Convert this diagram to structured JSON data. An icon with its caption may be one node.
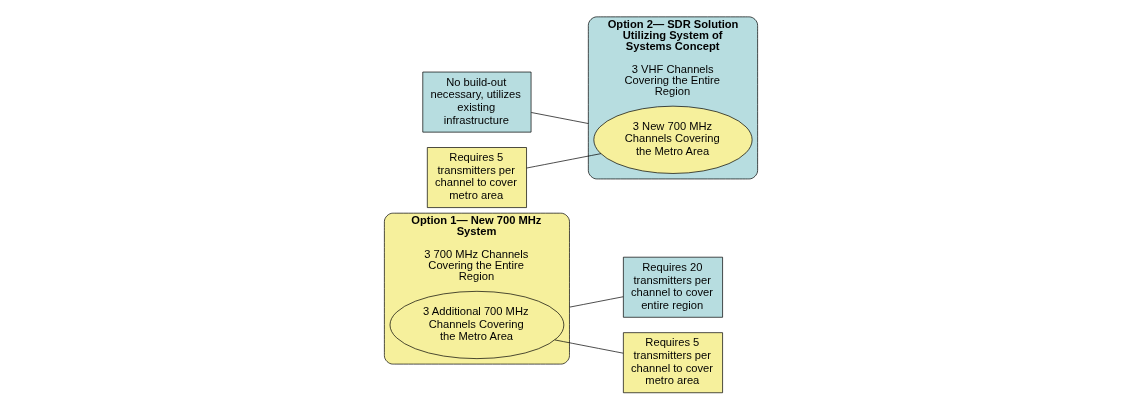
{
  "diagram": {
    "nodes": [
      {
        "text": [
          "Option 1— New 700 MHz System",
          "3 700 MHz Channels Covering the Entire Region"
        ]
      },
      {
        "text": [
          "3 Additional 700 MHz Channels Covering the Metro Area"
        ],
        "in": 0
      },
      {
        "text": [
          "Requires 20 transmitters per channel to cover entire region"
        ]
      },
      {
        "text": [
          "Requires 5 transmitters per channel to cover metro area"
        ]
      },
      {
        "text": [
          "No build-out necessary, utilizes existing infrastructure"
        ]
      },
      {
        "text": [
          "Requires 5 transmitters per channel to cover metro area"
        ]
      },
      {
        "text": [
          "Option 2— SDR Solution Utilizing System of Systems Concept",
          "3 VHF Channels Covering the Entire Region"
        ]
      },
      {
        "text": [
          "3 New 700 MHz Channels Covering the Metro Area"
        ],
        "in": 6
      }
    ],
    "edges": [
      {
        "from": 2,
        "to": 0,
        "arrow": "none"
      },
      {
        "from": 3,
        "to": 1,
        "arrow": "none"
      },
      {
        "from": 4,
        "to": 6,
        "arrow": "none"
      },
      {
        "from": 5,
        "to": 7,
        "arrow": "none"
      }
    ]
  }
}
